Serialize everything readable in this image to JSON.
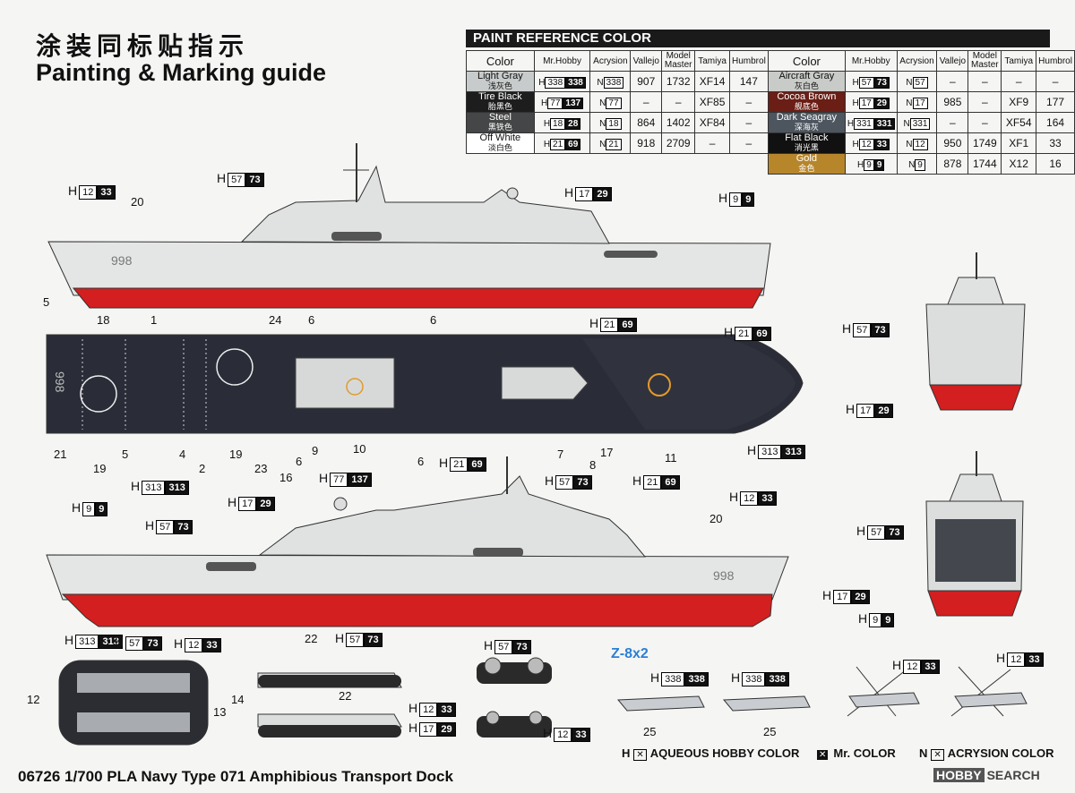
{
  "titles": {
    "cn": "涂装同标贴指示",
    "en": "Painting & Marking guide"
  },
  "footer": "06726 1/700 PLA Navy Type 071 Amphibious Transport Dock",
  "watermark": {
    "badge": "HOBBY",
    "text": "SEARCH"
  },
  "paint_table": {
    "title": "PAINT  REFERENCE COLOR",
    "headers": [
      "Color",
      "Mr.Hobby",
      "Acrysion",
      "Vallejo",
      "Model Master",
      "Tamiya",
      "Humbrol"
    ],
    "left": [
      {
        "en": "Light Gray",
        "cn": "浅灰色",
        "bg": "#c8cbcb",
        "fg": "#111",
        "h": "338",
        "hb": "338",
        "n": "338",
        "vallejo": "907",
        "mm": "1732",
        "tamiya": "XF14",
        "humbrol": "147"
      },
      {
        "en": "Tire Black",
        "cn": "胎黑色",
        "bg": "#1d1d1d",
        "fg": "#fff",
        "h": "77",
        "hb": "137",
        "n": "77",
        "vallejo": "–",
        "mm": "–",
        "tamiya": "XF85",
        "humbrol": "–"
      },
      {
        "en": "Steel",
        "cn": "黑铁色",
        "bg": "#454647",
        "fg": "#fff",
        "h": "18",
        "hb": "28",
        "n": "18",
        "vallejo": "864",
        "mm": "1402",
        "tamiya": "XF84",
        "humbrol": "–"
      },
      {
        "en": "Off White",
        "cn": "淡白色",
        "bg": "#ffffff",
        "fg": "#111",
        "h": "21",
        "hb": "69",
        "n": "21",
        "vallejo": "918",
        "mm": "2709",
        "tamiya": "–",
        "humbrol": "–"
      }
    ],
    "right": [
      {
        "en": "Aircraft Gray",
        "cn": "灰白色",
        "bg": "#c9cbc8",
        "fg": "#111",
        "h": "57",
        "hb": "73",
        "n": "57",
        "vallejo": "–",
        "mm": "–",
        "tamiya": "–",
        "humbrol": "–"
      },
      {
        "en": "Cocoa Brown",
        "cn": "舰底色",
        "bg": "#6a1e15",
        "fg": "#fff",
        "h": "17",
        "hb": "29",
        "n": "17",
        "vallejo": "985",
        "mm": "–",
        "tamiya": "XF9",
        "humbrol": "177"
      },
      {
        "en": "Dark Seagray",
        "cn": "深海灰",
        "bg": "#4d555f",
        "fg": "#fff",
        "h": "331",
        "hb": "331",
        "n": "331",
        "vallejo": "–",
        "mm": "–",
        "tamiya": "XF54",
        "humbrol": "164"
      },
      {
        "en": "Flat Black",
        "cn": "消光黑",
        "bg": "#111111",
        "fg": "#fff",
        "h": "12",
        "hb": "33",
        "n": "12",
        "vallejo": "950",
        "mm": "1749",
        "tamiya": "XF1",
        "humbrol": "33"
      },
      {
        "en": "Gold",
        "cn": "金色",
        "bg": "#b7862b",
        "fg": "#fff",
        "h": "9",
        "hb": "9",
        "n": "9",
        "vallejo": "878",
        "mm": "1744",
        "tamiya": "X12",
        "humbrol": "16"
      }
    ]
  },
  "hull_number": "998",
  "section_label": "Z-8x2",
  "callouts": [
    {
      "id": "c1",
      "w": "12",
      "k": "33"
    },
    {
      "id": "c2",
      "w": "57",
      "k": "73"
    },
    {
      "id": "c3",
      "w": "17",
      "k": "29"
    },
    {
      "id": "c4",
      "w": "9",
      "k": "9"
    },
    {
      "id": "c5",
      "w": "21",
      "k": "69"
    },
    {
      "id": "c6",
      "w": "21",
      "k": "69"
    },
    {
      "id": "c7",
      "w": "313",
      "k": "313"
    },
    {
      "id": "c8",
      "w": "77",
      "k": "137"
    },
    {
      "id": "c9",
      "w": "21",
      "k": "69"
    },
    {
      "id": "c10",
      "w": "57",
      "k": "73"
    },
    {
      "id": "c11",
      "w": "21",
      "k": "69"
    },
    {
      "id": "c12",
      "w": "313",
      "k": "313"
    },
    {
      "id": "c13",
      "w": "9",
      "k": "9"
    },
    {
      "id": "c14",
      "w": "57",
      "k": "73"
    },
    {
      "id": "c15",
      "w": "17",
      "k": "29"
    },
    {
      "id": "c16",
      "w": "12",
      "k": "33"
    },
    {
      "id": "c17",
      "w": "57",
      "k": "73"
    },
    {
      "id": "c18",
      "w": "17",
      "k": "29"
    },
    {
      "id": "c19",
      "w": "57",
      "k": "73"
    },
    {
      "id": "c20",
      "w": "17",
      "k": "29"
    },
    {
      "id": "c21",
      "w": "9",
      "k": "9"
    },
    {
      "id": "c22",
      "w": "313",
      "k": "313"
    },
    {
      "id": "c23",
      "w": "57",
      "k": "73"
    },
    {
      "id": "c24",
      "w": "12",
      "k": "33"
    },
    {
      "id": "c25",
      "w": "57",
      "k": "73"
    },
    {
      "id": "c26",
      "w": "57",
      "k": "73"
    },
    {
      "id": "c27",
      "w": "12",
      "k": "33"
    },
    {
      "id": "c28",
      "w": "17",
      "k": "29"
    },
    {
      "id": "c29",
      "w": "12",
      "k": "33"
    },
    {
      "id": "c30",
      "w": "338",
      "k": "338"
    },
    {
      "id": "c31",
      "w": "338",
      "k": "338"
    },
    {
      "id": "c32",
      "w": "12",
      "k": "33"
    },
    {
      "id": "c33",
      "w": "12",
      "k": "33"
    }
  ],
  "numbers": [
    "20",
    "5",
    "18",
    "1",
    "24",
    "6",
    "6",
    "21",
    "19",
    "5",
    "4",
    "2",
    "19",
    "23",
    "16",
    "6",
    "9",
    "10",
    "6",
    "7",
    "8",
    "17",
    "11",
    "20",
    "22",
    "22",
    "25",
    "25",
    "12",
    "14",
    "13"
  ],
  "legend": {
    "aqueous": "AQUEOUS HOBBY COLOR",
    "mr": "Mr. COLOR",
    "acrysion": "ACRYSION COLOR",
    "h_prefix": "H",
    "n_prefix": "N"
  }
}
